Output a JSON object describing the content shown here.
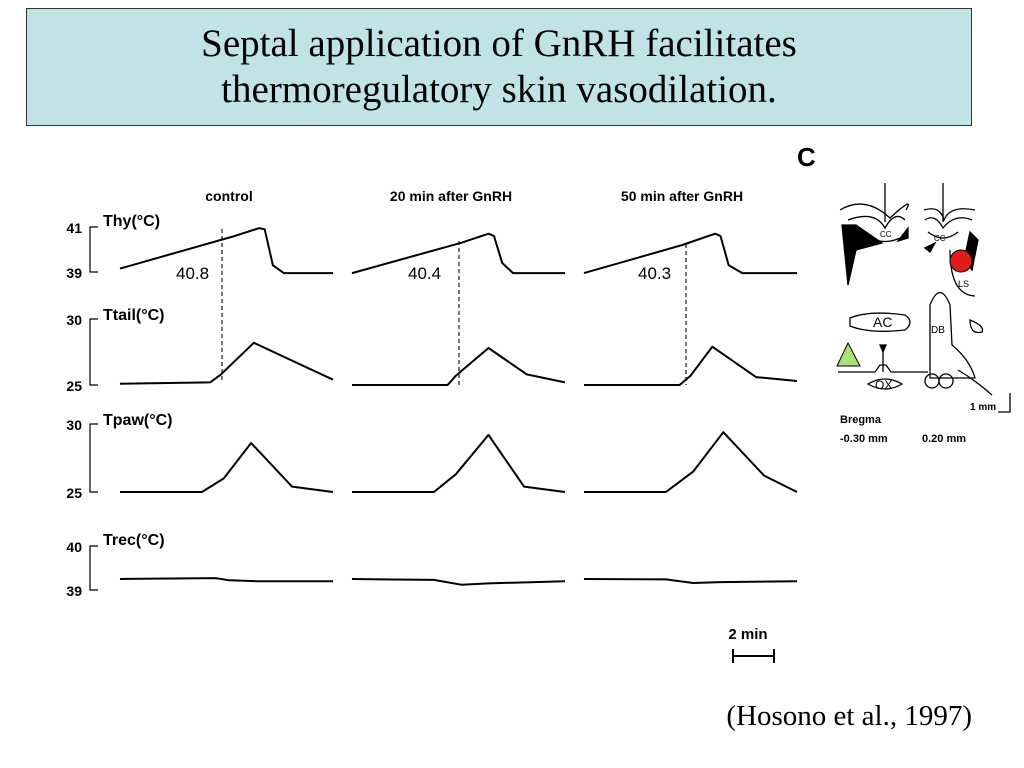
{
  "title": {
    "line1": "Septal application of GnRH facilitates",
    "line2": "thermoregulatory skin vasodilation."
  },
  "citation": "(Hosono et al., 1997)",
  "panel_letter": "C",
  "chart_data": {
    "type": "line",
    "conditions": [
      "control",
      "20 min after GnRH",
      "50 min after GnRH"
    ],
    "time_scale_bar": "2 min",
    "panels": [
      {
        "label": "Thy(°C)",
        "ylim": [
          39,
          41
        ],
        "ticks": [
          "41",
          "39"
        ],
        "onset_values": [
          "40.8",
          "40.4",
          "40.3"
        ],
        "series": [
          {
            "condition": "control",
            "t": [
              0,
              4.2,
              5.1,
              5.3,
              5.6,
              6.0,
              7.8
            ],
            "y": [
              39.15,
              40.6,
              40.95,
              40.9,
              39.3,
              38.95,
              38.95
            ]
          },
          {
            "condition": "20 min after GnRH",
            "t": [
              0,
              4.0,
              5.0,
              5.2,
              5.5,
              5.9,
              7.8
            ],
            "y": [
              38.95,
              40.3,
              40.7,
              40.6,
              39.4,
              38.95,
              38.95
            ]
          },
          {
            "condition": "50 min after GnRH",
            "t": [
              0,
              3.6,
              4.8,
              5.0,
              5.3,
              5.8,
              7.8
            ],
            "y": [
              38.95,
              40.2,
              40.7,
              40.6,
              39.3,
              38.95,
              38.95
            ]
          }
        ]
      },
      {
        "label": "Ttail(°C)",
        "ylim": [
          25,
          30
        ],
        "ticks": [
          "30",
          "25"
        ],
        "series": [
          {
            "condition": "control",
            "t": [
              0,
              3.3,
              3.7,
              4.9,
              7.8
            ],
            "y": [
              25.1,
              25.2,
              25.8,
              28.2,
              25.4
            ]
          },
          {
            "condition": "20 min after GnRH",
            "t": [
              0,
              3.5,
              3.8,
              5.0,
              6.4,
              7.8
            ],
            "y": [
              25.0,
              25.0,
              25.7,
              27.8,
              25.8,
              25.2
            ]
          },
          {
            "condition": "50 min after GnRH",
            "t": [
              0,
              3.5,
              3.9,
              4.7,
              6.3,
              7.8
            ],
            "y": [
              25.0,
              25.0,
              25.7,
              27.9,
              25.6,
              25.3
            ]
          }
        ]
      },
      {
        "label": "Tpaw(°C)",
        "ylim": [
          25,
          30
        ],
        "ticks": [
          "30",
          "25"
        ],
        "series": [
          {
            "condition": "control",
            "t": [
              0,
              3.0,
              3.8,
              4.8,
              6.3,
              7.8
            ],
            "y": [
              25.0,
              25.0,
              26.0,
              28.6,
              25.4,
              25.0
            ]
          },
          {
            "condition": "20 min after GnRH",
            "t": [
              0,
              3.0,
              3.8,
              5.0,
              6.3,
              7.8
            ],
            "y": [
              25.0,
              25.0,
              26.3,
              29.2,
              25.4,
              25.0
            ]
          },
          {
            "condition": "50 min after GnRH",
            "t": [
              0,
              3.0,
              4.0,
              5.1,
              6.6,
              7.8
            ],
            "y": [
              25.0,
              25.0,
              26.5,
              29.4,
              26.2,
              25.0
            ]
          }
        ]
      },
      {
        "label": "Trec(°C)",
        "ylim": [
          39,
          40
        ],
        "ticks": [
          "40",
          "39"
        ],
        "series": [
          {
            "condition": "control",
            "t": [
              0,
              3.5,
              4.0,
              5.0,
              7.8
            ],
            "y": [
              39.25,
              39.27,
              39.22,
              39.2,
              39.2
            ]
          },
          {
            "condition": "20 min after GnRH",
            "t": [
              0,
              3.0,
              4.0,
              5.0,
              7.8
            ],
            "y": [
              39.25,
              39.23,
              39.12,
              39.15,
              39.2
            ]
          },
          {
            "condition": "50 min after GnRH",
            "t": [
              0,
              3.0,
              4.0,
              5.0,
              7.8
            ],
            "y": [
              39.25,
              39.24,
              39.16,
              39.18,
              39.2
            ]
          }
        ]
      }
    ]
  },
  "brain_map": {
    "labels": {
      "cc": "CC",
      "ls": "LS",
      "ac": "AC",
      "db": "DB",
      "ox": "OX"
    },
    "bregma_label": "Bregma",
    "bregma_values": [
      "-0.30 mm",
      "0.20 mm"
    ],
    "scale_bar": "1 mm",
    "marker_colors": {
      "triangle": "#a8e07a",
      "circle": "#e01b1b"
    }
  }
}
